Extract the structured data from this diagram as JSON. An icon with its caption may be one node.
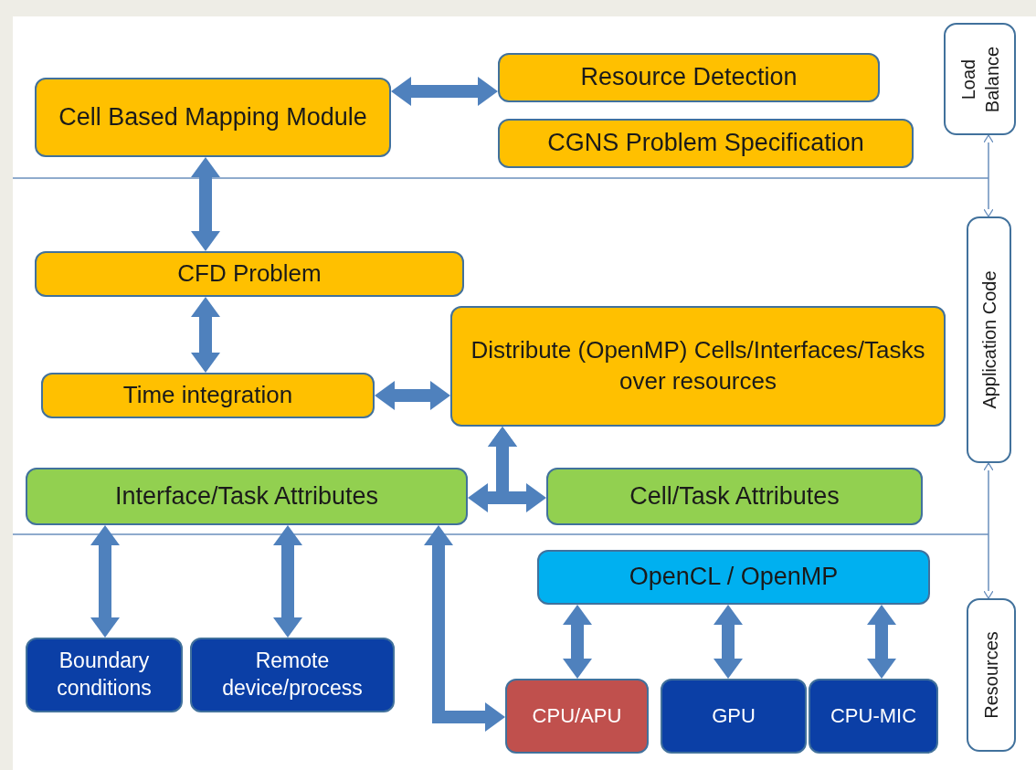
{
  "diagram": {
    "nodes": [
      {
        "text": [
          "Cell Based Mapping Module"
        ]
      },
      {
        "text": [
          "Resource Detection"
        ]
      },
      {
        "text": [
          "CGNS Problem Specification"
        ]
      },
      {
        "text": [
          "Load Balance"
        ]
      },
      {
        "text": [
          "CFD Problem"
        ]
      },
      {
        "text": [
          "Time integration"
        ]
      },
      {
        "text": [
          "Distribute (OpenMP) Cells/Interfaces/Tasks over resources"
        ]
      },
      {
        "text": [
          "Application Code"
        ]
      },
      {
        "text": [
          "Interface/Task Attributes"
        ]
      },
      {
        "text": [
          "Cell/Task Attributes"
        ]
      },
      {
        "text": [
          "OpenCL / OpenMP"
        ]
      },
      {
        "text": [
          "Boundary conditions"
        ]
      },
      {
        "text": [
          "Remote device/process"
        ]
      },
      {
        "text": [
          "Resources"
        ]
      },
      {
        "text": [
          "CPU/APU"
        ]
      },
      {
        "text": [
          "GPU"
        ]
      },
      {
        "text": [
          "CPU-MIC"
        ]
      }
    ],
    "edges": [
      {
        "from": 0,
        "to": 1,
        "arrow": "both"
      },
      {
        "from": 0,
        "to": 4,
        "arrow": "both"
      },
      {
        "from": 4,
        "to": 5,
        "arrow": "both"
      },
      {
        "from": 5,
        "to": 6,
        "arrow": "both"
      },
      {
        "from": 6,
        "to": 8,
        "arrow": "both"
      },
      {
        "from": 6,
        "to": 9,
        "arrow": "both"
      },
      {
        "from": 8,
        "to": 11,
        "arrow": "both"
      },
      {
        "from": 8,
        "to": 12,
        "arrow": "both"
      },
      {
        "from": 8,
        "to": 14,
        "arrow": "both"
      },
      {
        "from": 10,
        "to": 14,
        "arrow": "both"
      },
      {
        "from": 10,
        "to": 15,
        "arrow": "both"
      },
      {
        "from": 10,
        "to": 16,
        "arrow": "both"
      },
      {
        "from": 3,
        "to": 7,
        "arrow": "both"
      },
      {
        "from": 7,
        "to": 13,
        "arrow": "both"
      }
    ]
  }
}
